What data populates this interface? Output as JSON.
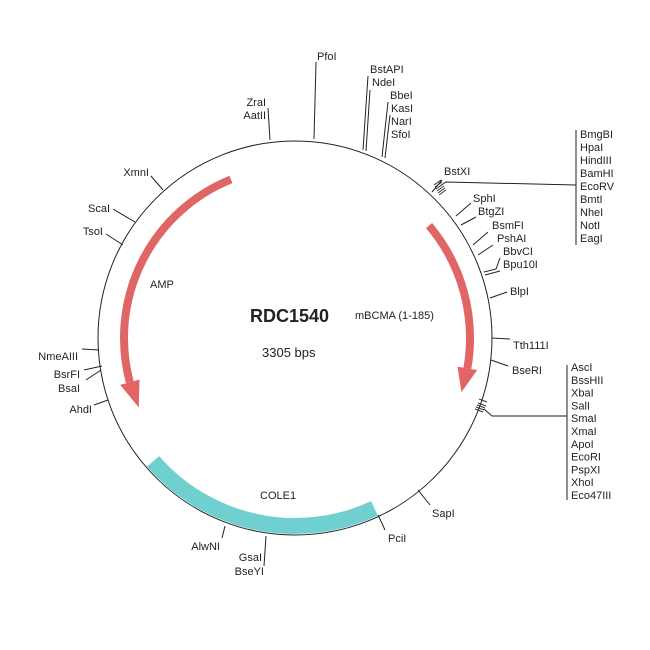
{
  "plasmid": {
    "name": "RDC1540",
    "size_label": "3305 bps"
  },
  "features": {
    "amp": {
      "label": "AMP",
      "color": "#e06666"
    },
    "mbcma": {
      "label": "mBCMA (1-185)",
      "color": "#e06666"
    },
    "cole1": {
      "label": "COLE1",
      "color": "#6fd0cf"
    }
  },
  "sites": {
    "zrai": "ZraI",
    "aatii": "AatII",
    "pfoi": "PfoI",
    "bstapi": "BstAPI",
    "ndei": "NdeI",
    "bbei": "BbeI",
    "kasi": "KasI",
    "nari": "NarI",
    "sfoi": "SfoI",
    "bstxi": "BstXI",
    "group1": [
      "BmgBI",
      "HpaI",
      "HindIII",
      "BamHI",
      "EcoRV",
      "BmtI",
      "NheI",
      "NotI",
      "EagI"
    ],
    "sphi": "SphI",
    "btgzi": "BtgZI",
    "bsmfi": "BsmFI",
    "pshai": "PshAI",
    "bbvci": "BbvCI",
    "bpu10i": "Bpu10I",
    "blpi": "BlpI",
    "tth111i": "Tth111I",
    "bseri": "BseRI",
    "group2": [
      "AscI",
      "BssHII",
      "XbaI",
      "SalI",
      "SmaI",
      "XmaI",
      "ApoI",
      "EcoRI",
      "PspXI",
      "XhoI",
      "Eco47III"
    ],
    "sapi": "SapI",
    "pcii": "PciI",
    "gsai": "GsaI",
    "bseyi": "BseYI",
    "alwni": "AlwNI",
    "ahdi": "AhdI",
    "bsai": "BsaI",
    "bsrfi": "BsrFI",
    "nmeaiii": "NmeAIII",
    "tsoi": "TsoI",
    "scai": "ScaI",
    "xmni": "XmnI"
  }
}
